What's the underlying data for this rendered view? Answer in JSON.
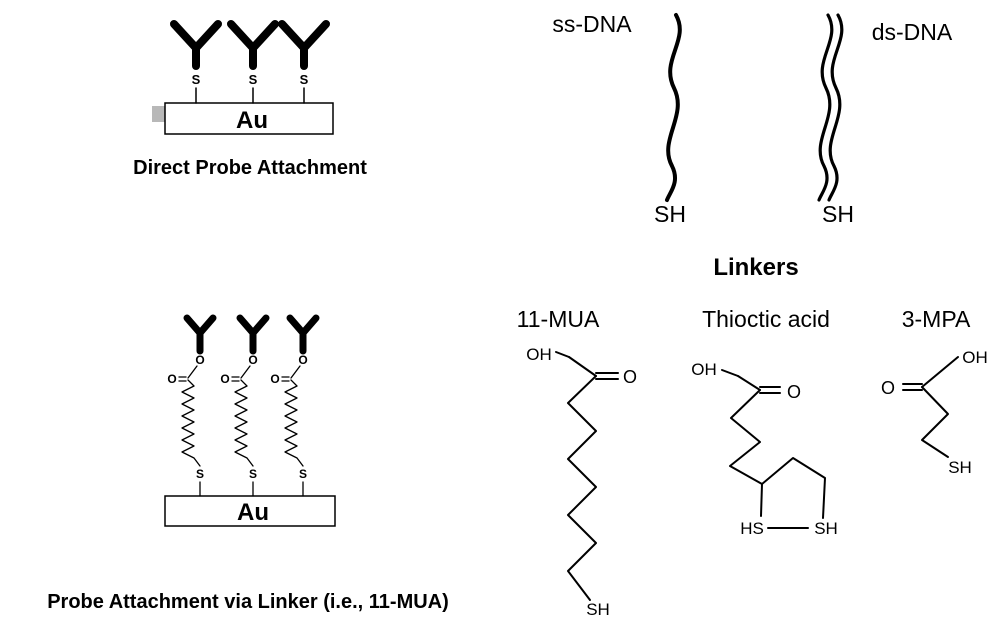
{
  "direct": {
    "surface_label": "Au",
    "thiol_label": "S",
    "caption": "Direct Probe Attachment"
  },
  "linker_attachment": {
    "surface_label": "Au",
    "thiol_label": "S",
    "carbonyl_o_label": "O",
    "ester_o_label": "O",
    "caption": "Probe Attachment via Linker (i.e., 11-MUA)"
  },
  "dna": {
    "ss_label": "ss-DNA",
    "ss_thiol": "SH",
    "ds_label": "ds-DNA",
    "ds_thiol": "SH"
  },
  "linkers": {
    "heading": "Linkers",
    "mua": {
      "name": "11-MUA",
      "oh": "OH",
      "o": "O",
      "sh": "SH"
    },
    "thioctic": {
      "name": "Thioctic acid",
      "oh": "OH",
      "o": "O",
      "hs": "HS",
      "sh": "SH"
    },
    "mpa": {
      "name": "3-MPA",
      "oh": "OH",
      "o": "O",
      "sh": "SH"
    }
  }
}
